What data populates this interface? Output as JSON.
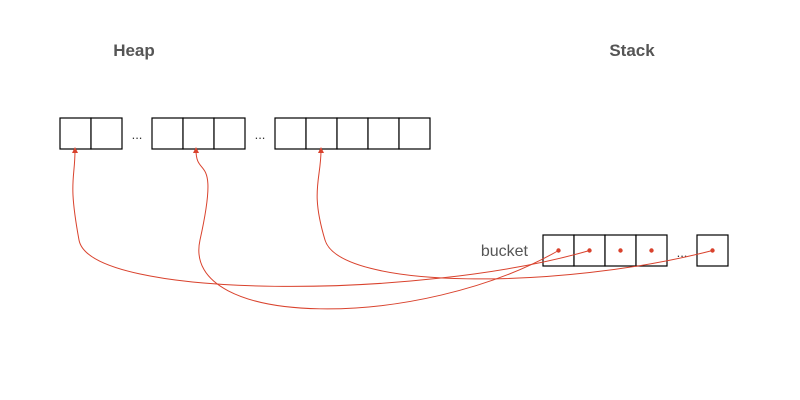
{
  "heap": {
    "title": "Heap",
    "groups": [
      {
        "cells": 2
      },
      {
        "cells": 3
      },
      {
        "cells": 5
      }
    ],
    "separator": "..."
  },
  "stack": {
    "title": "Stack",
    "bucket_label": "bucket",
    "cells_before_gap": 4,
    "separator": "...",
    "cells_after_gap": 1
  },
  "pointer_color": "#d9422d",
  "pointers": [
    {
      "from_stack_cell": 0,
      "to_heap_group": 1
    },
    {
      "from_stack_cell": 1,
      "to_heap_group": 0
    },
    {
      "from_stack_cell": 4,
      "to_heap_group": 2
    }
  ]
}
